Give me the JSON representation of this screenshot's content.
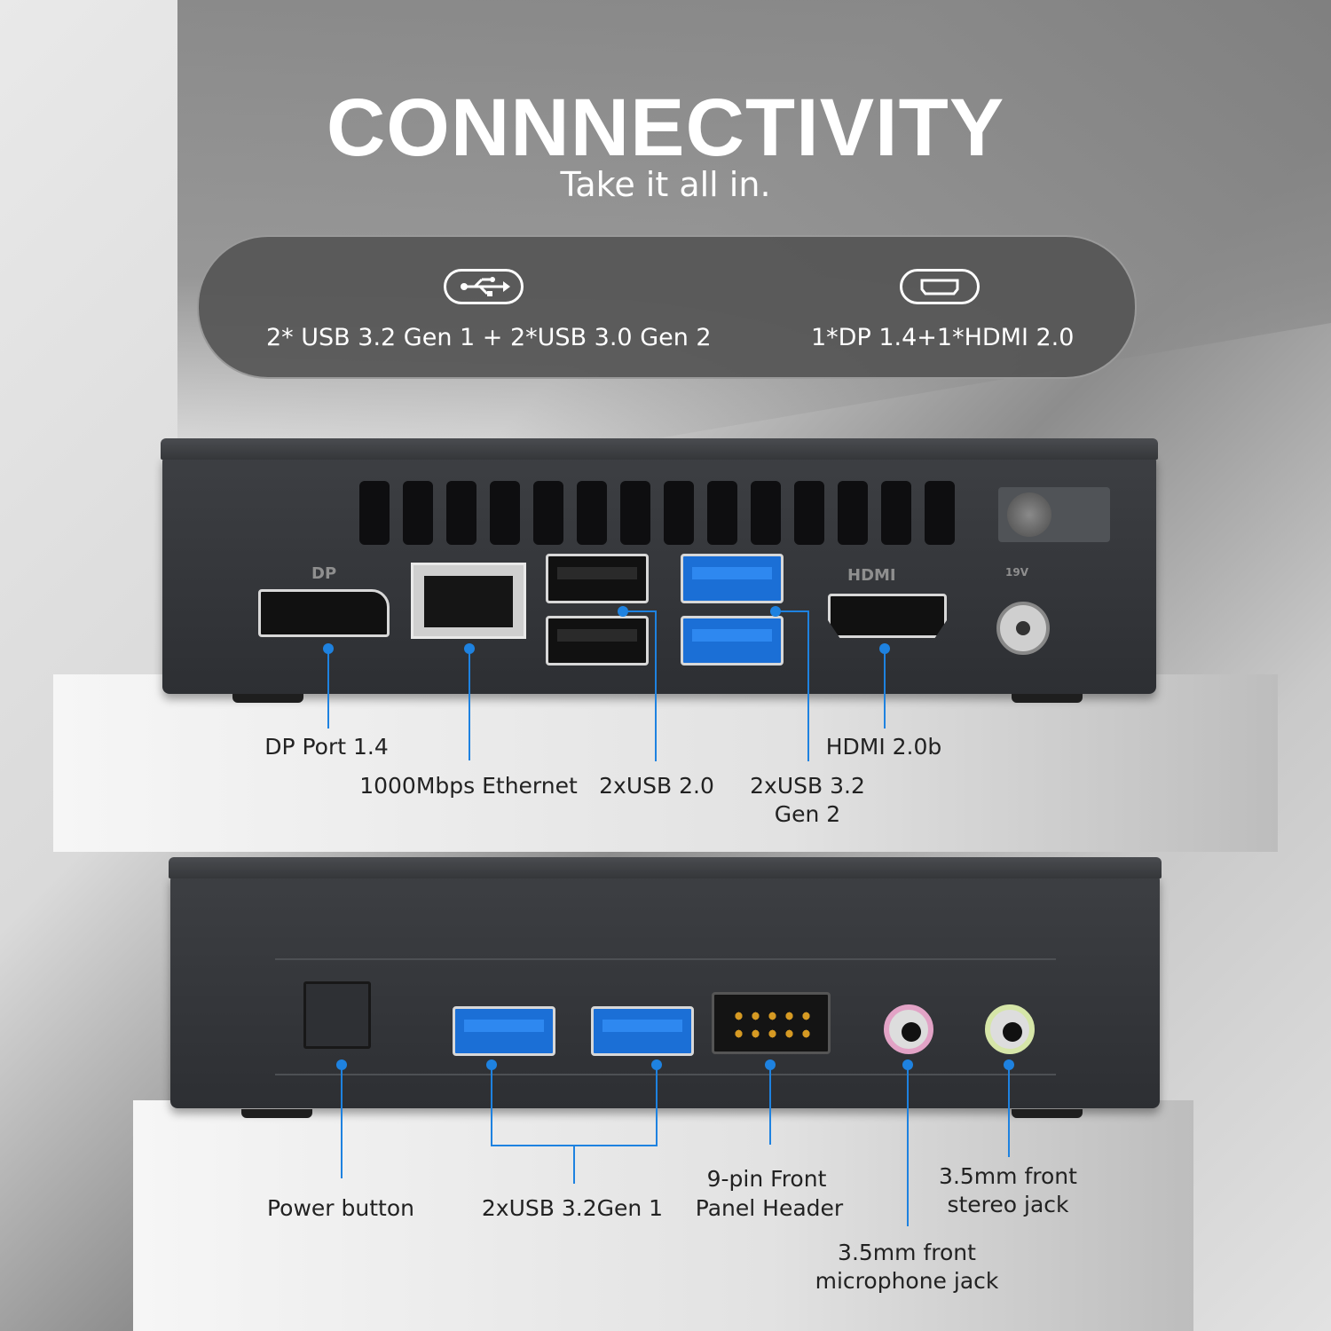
{
  "header": {
    "title": "CONNNECTIVITY",
    "subtitle": "Take it all in."
  },
  "specs": [
    {
      "icon": "usb-icon",
      "text": "2* USB 3.2 Gen 1 + 2*USB 3.0 Gen 2"
    },
    {
      "icon": "display-port-icon",
      "text": "1*DP 1.4+1*HDMI 2.0"
    }
  ],
  "rear_labels": {
    "dp": "DP Port 1.4",
    "ethernet": "1000Mbps Ethernet",
    "usb20": "2xUSB 2.0",
    "usb32_line1": "2xUSB 3.2",
    "usb32_line2": "Gen 2",
    "hdmi": "HDMI 2.0b"
  },
  "rear_port_marks": {
    "dp_mark": "DP",
    "hdmi_mark": "HDMI",
    "dc_mark": "19V"
  },
  "front_labels": {
    "power": "Power button",
    "usb": "2xUSB 3.2Gen 1",
    "header_line1": "9-pin Front",
    "header_line2": "Panel Header",
    "stereo_line1": "3.5mm front",
    "stereo_line2": "stereo jack",
    "mic_line1": "3.5mm front",
    "mic_line2": "microphone jack"
  },
  "colors": {
    "accent": "#1e82e0",
    "usb3_blue": "#1b6fd6",
    "mic_pink": "#e2a3c6",
    "stereo_green": "#d6e6a8"
  }
}
